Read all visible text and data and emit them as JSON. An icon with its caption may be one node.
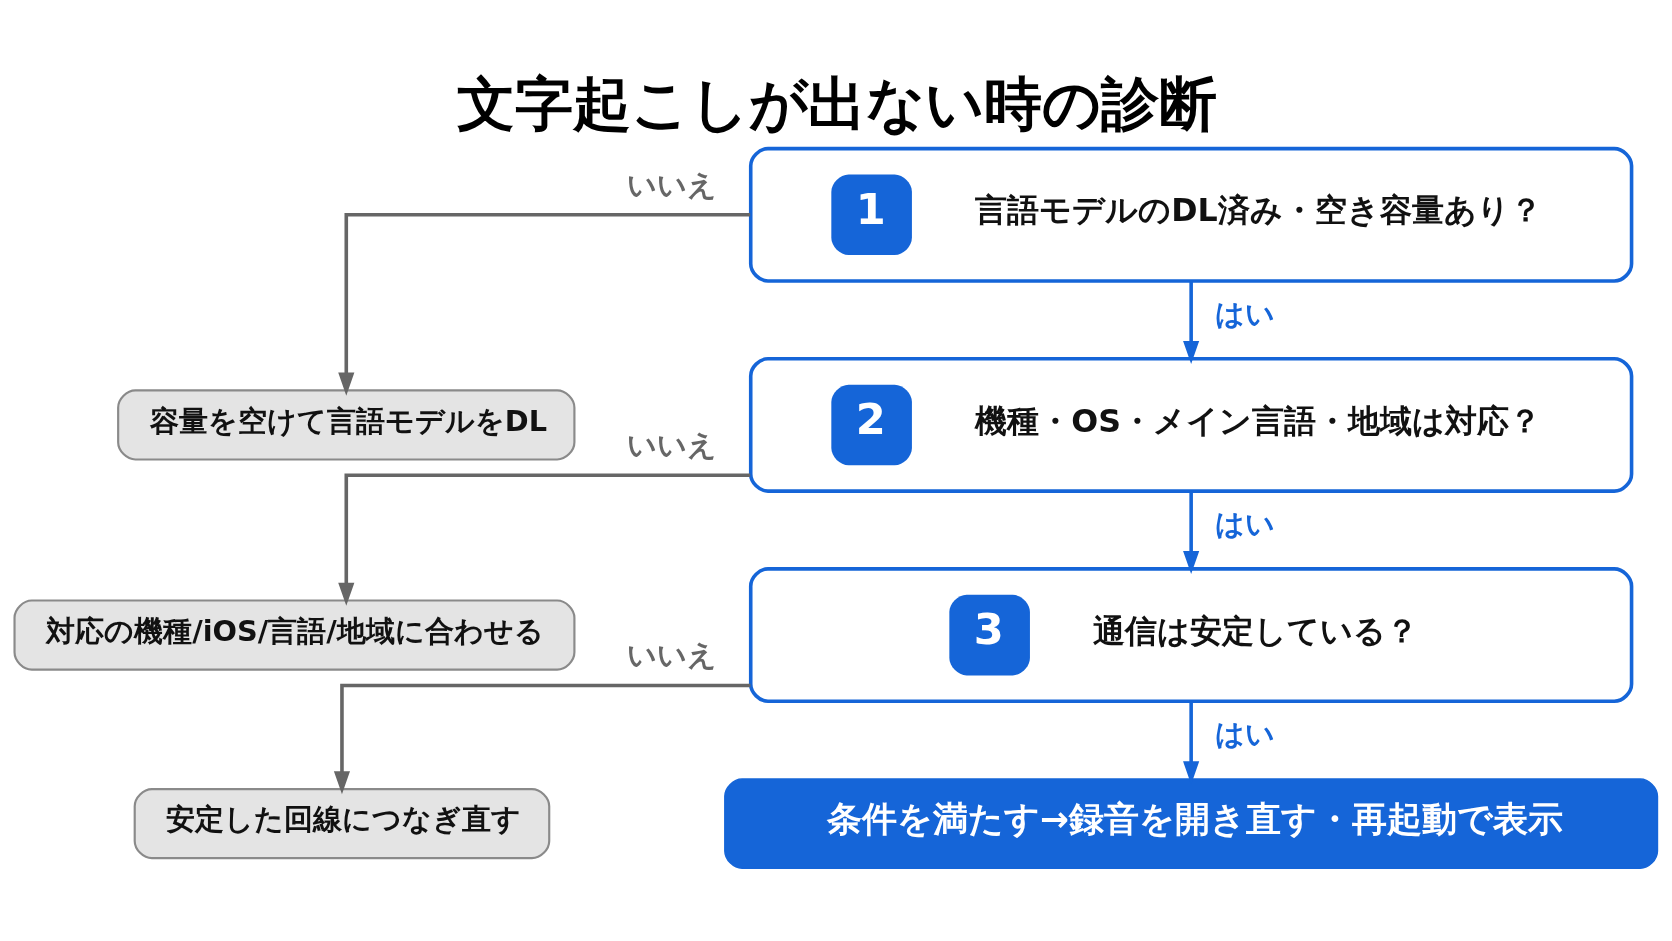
{
  "diagram": {
    "title": "文字起こしが出ない時の診断",
    "nodes": [
      {
        "text": [
          "1",
          "言語モデルのDL済み・空き容量あり？"
        ]
      },
      {
        "text": [
          "容量を空けて言語モデルをDL"
        ]
      },
      {
        "text": [
          "2",
          "機種・OS・メイン言語・地域は対応？"
        ]
      },
      {
        "text": [
          "対応の機種/iOS/言語/地域に合わせる"
        ]
      },
      {
        "text": [
          "3",
          "通信は安定している？"
        ]
      },
      {
        "text": [
          "安定した回線につなぎ直す"
        ]
      },
      {
        "text": [
          "条件を満たす→録音を開き直す・再起動で表示"
        ]
      }
    ],
    "edges": [
      {
        "from": 0,
        "to": 1,
        "arrow": "to",
        "label": "いいえ"
      },
      {
        "from": 0,
        "to": 2,
        "arrow": "to",
        "label": "はい",
        "color": "#1565d8"
      },
      {
        "from": 2,
        "to": 3,
        "arrow": "to",
        "label": "いいえ"
      },
      {
        "from": 2,
        "to": 4,
        "arrow": "to",
        "label": "はい",
        "color": "#1565d8"
      },
      {
        "from": 4,
        "to": 5,
        "arrow": "to",
        "label": "いいえ"
      },
      {
        "from": 4,
        "to": 6,
        "arrow": "to",
        "label": "はい",
        "color": "#1565d8"
      }
    ]
  }
}
